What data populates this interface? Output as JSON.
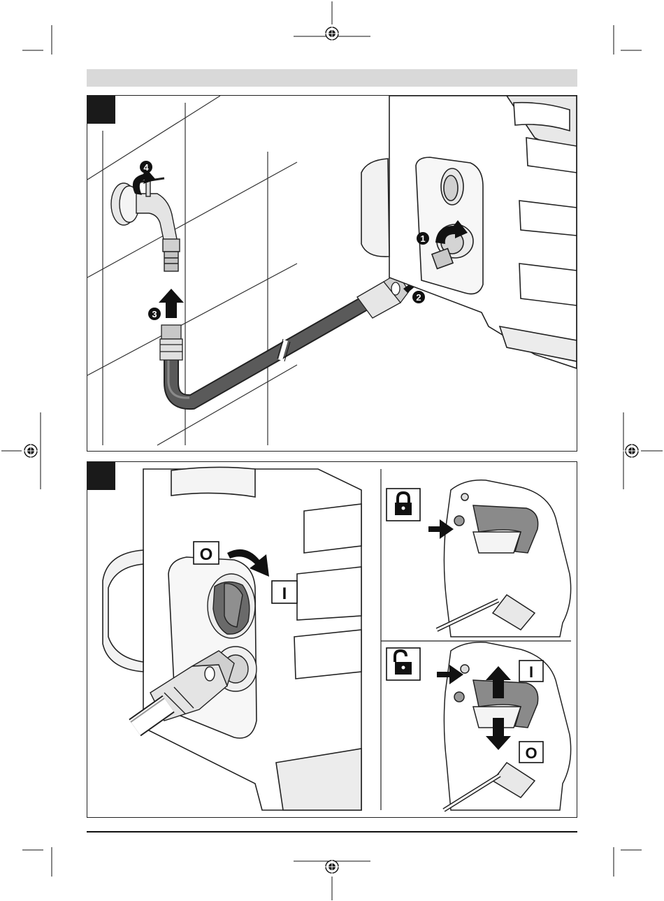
{
  "figure_a": {
    "steps": [
      "1",
      "2",
      "3",
      "4"
    ]
  },
  "figure_b": {
    "switch_off_symbol": "O",
    "switch_on_symbol": "I",
    "gun_on_symbol": "I",
    "gun_off_symbol": "O",
    "lock_icon": "padlock-closed-icon",
    "unlock_icon": "padlock-open-icon"
  },
  "colors": {
    "header_bar": "#d9d9d9",
    "hose": "#5a5a5a",
    "trigger": "#8a8a8a",
    "tab": "#1a1a1a"
  }
}
